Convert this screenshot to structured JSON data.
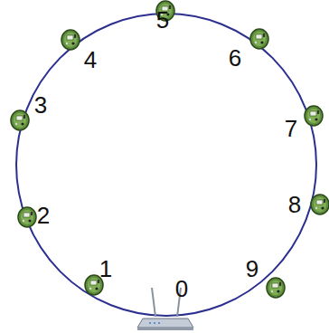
{
  "diagram": {
    "labels": [
      "0",
      "1",
      "2",
      "3",
      "4",
      "5",
      "6",
      "7",
      "8",
      "9"
    ]
  }
}
